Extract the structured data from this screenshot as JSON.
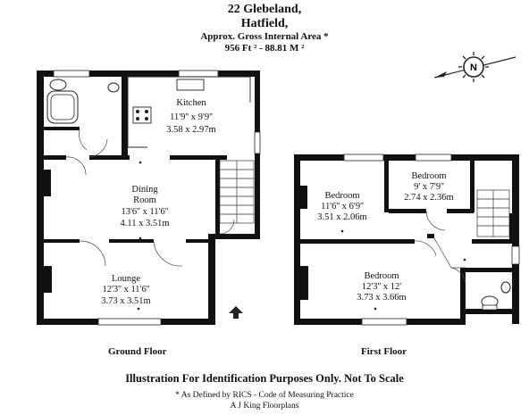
{
  "header": {
    "address_line1": "22 Glebeland,",
    "address_line2": "Hatfield,",
    "area_label": "Approx. Gross Internal Area *",
    "area_value": "956 Ft ² - 88.81 M ²"
  },
  "compass": {
    "icon": "compass-icon",
    "letter": "N"
  },
  "ground_floor": {
    "label": "Ground Floor",
    "rooms": [
      {
        "name": "Kitchen",
        "imperial": "11'9'' x 9'9''",
        "metric": "3.58 x 2.97m"
      },
      {
        "name": "Dining",
        "name2": "Room",
        "imperial": "13'6'' x 11'6''",
        "metric": "4.11 x 3.51m"
      },
      {
        "name": "Lounge",
        "imperial": "12'3'' x 11'6''",
        "metric": "3.73 x 3.51m"
      }
    ]
  },
  "first_floor": {
    "label": "First Floor",
    "rooms": [
      {
        "name": "Bedroom",
        "imperial": "11'6'' x 6'9''",
        "metric": "3.51 x 2.06m"
      },
      {
        "name": "Bedroom",
        "imperial": "9' x 7'9''",
        "metric": "2.74 x 2.36m"
      },
      {
        "name": "Bedroom",
        "imperial": "12'3'' x 12'",
        "metric": "3.73 x 3.66m"
      }
    ]
  },
  "footer": {
    "disclaimer": "Illustration For Identification Purposes Only. Not To Scale",
    "rics_note": "* As Defined by RICS - Code of Measuring Practice",
    "credit": "A J King Floorplans"
  }
}
